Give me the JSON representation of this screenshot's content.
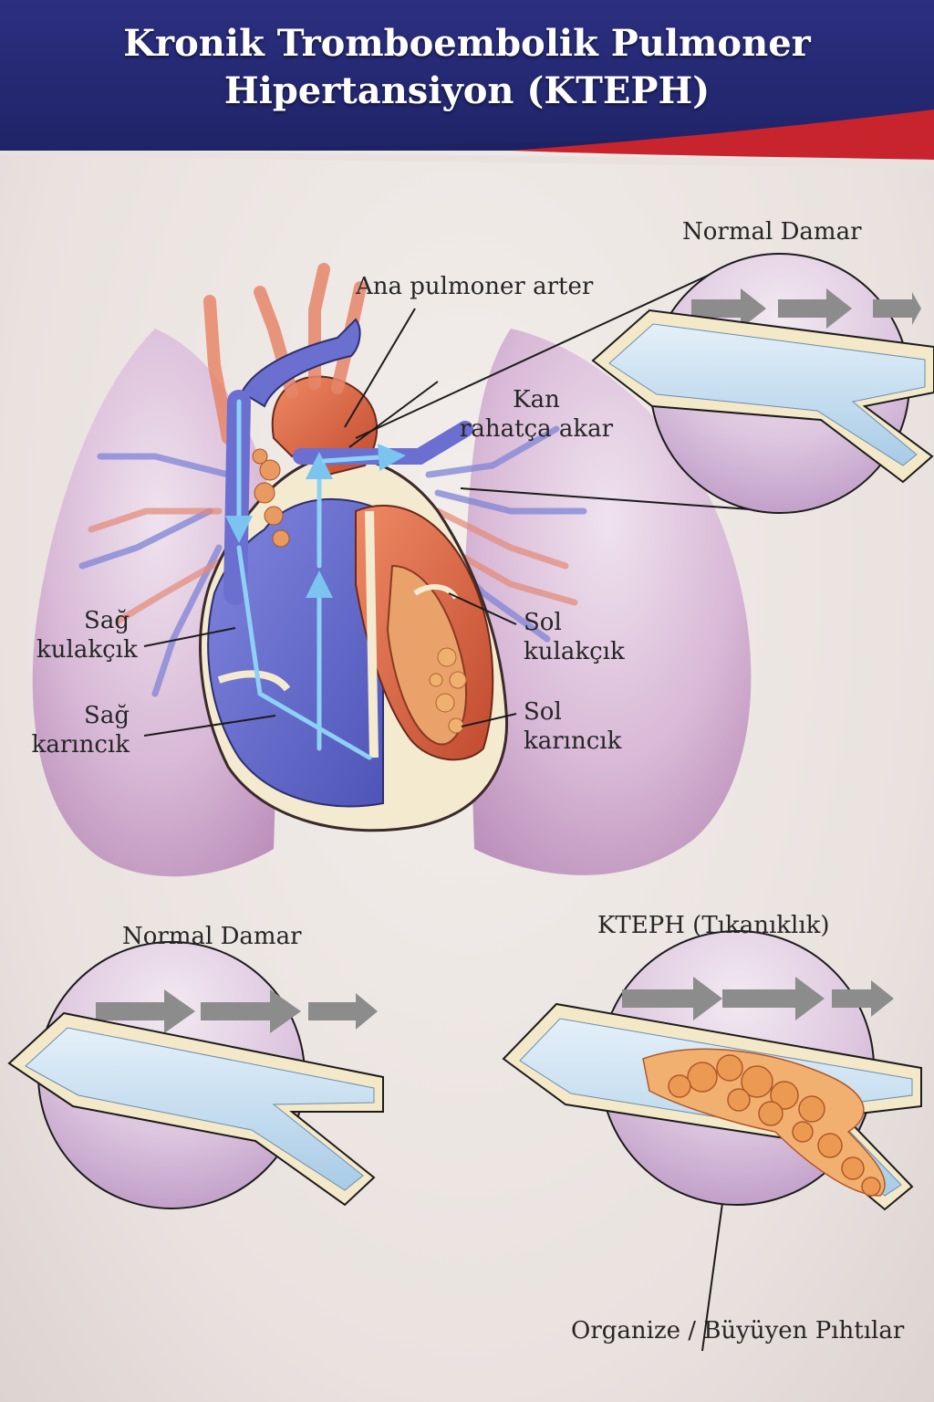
{
  "title": {
    "line1": "Kronik Tromboembolik Pulmoner",
    "line2": "Hipertansiyon (KTEPH)"
  },
  "labels": {
    "ana_pulmoner_arter": "Ana pulmoner arter",
    "kan_line1": "Kan",
    "kan_line2": "rahatça akar",
    "sag_kulakcik_line1": "Sağ",
    "sag_kulakcik_line2": "kulakçık",
    "sag_karincik_line1": "Sağ",
    "sag_karincik_line2": "karıncık",
    "sol_kulakcik_line1": "Sol",
    "sol_kulakcik_line2": "kulakçık",
    "sol_karincik_line1": "Sol",
    "sol_karincik_line2": "karıncık"
  },
  "insets": {
    "top_right": "Normal Damar",
    "bottom_left": "Normal Damar",
    "bottom_right": "KTEPH (Tıkanıklık)",
    "clot_label": "Organize / Büyüyen Pıhtılar"
  },
  "colors": {
    "banner": "#2a2f7a",
    "banner_accent": "#c8242e",
    "lung": "#c9a2c8",
    "venous_blue": "#6a6fd0",
    "arterial_red": "#d9603f",
    "vessel_lumen": "#bcd8ee",
    "vessel_wall": "#f3e8c8",
    "clot": "#e8914a",
    "flow_arrow": "#8c8c8c"
  }
}
